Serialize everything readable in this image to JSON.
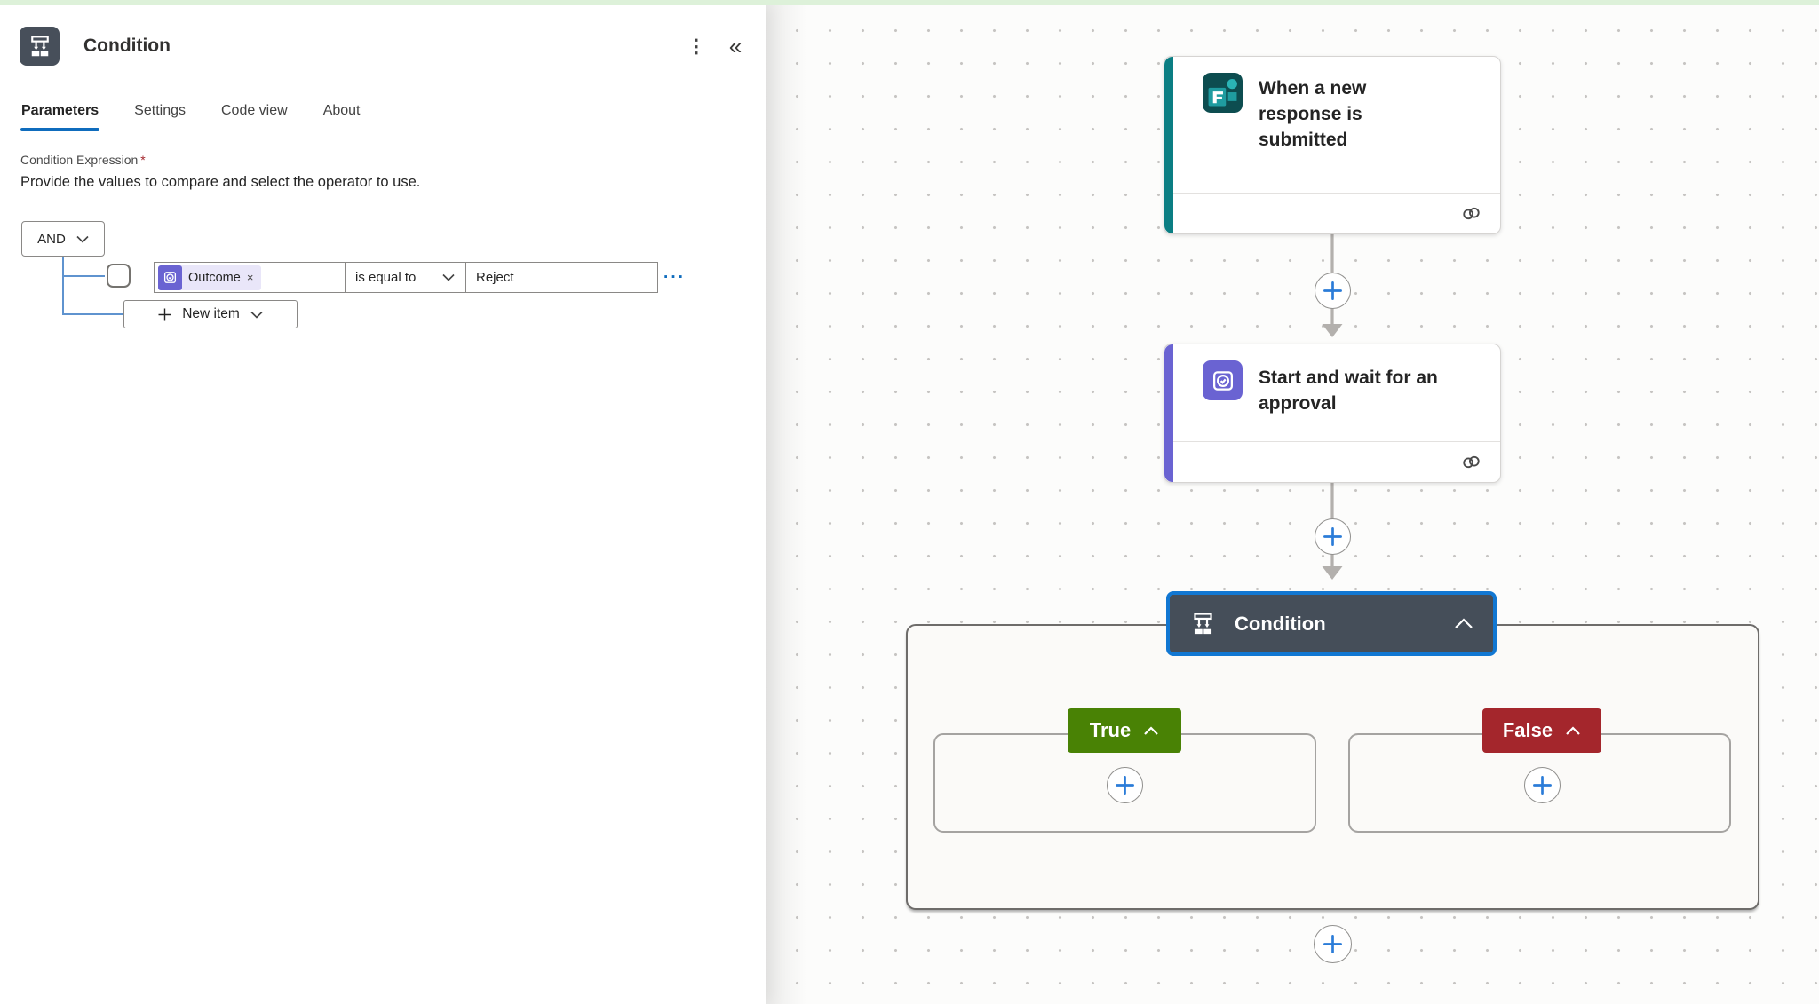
{
  "banner": {
    "color": "#ddf1d9"
  },
  "panel": {
    "title": "Condition",
    "menu_icon": "⋮",
    "collapse_icon": "«",
    "tabs": [
      {
        "label": "Parameters",
        "active": true
      },
      {
        "label": "Settings",
        "active": false
      },
      {
        "label": "Code view",
        "active": false
      },
      {
        "label": "About",
        "active": false
      }
    ],
    "expression": {
      "label": "Condition Expression",
      "required_mark": "*",
      "description": "Provide the values to compare and select the operator to use.",
      "group_operator": "AND",
      "row": {
        "operand_chip": "Outcome",
        "chip_remove": "×",
        "operator": "is equal to",
        "value": "Reject",
        "more": "···"
      },
      "new_item_label": "New item"
    }
  },
  "canvas": {
    "trigger": {
      "title": "When a new response is submitted",
      "connector_icon": "microsoft-forms"
    },
    "approval": {
      "title": "Start and wait for an approval",
      "connector_icon": "approvals"
    },
    "condition": {
      "title": "Condition"
    },
    "true_label": "True",
    "false_label": "False"
  },
  "colors": {
    "accent_blue": "#0f6cbd",
    "forms_teal": "#0b7e83",
    "approvals_purple": "#6a63d2",
    "true_green": "#498205",
    "false_red": "#a4262c",
    "node_dark": "#454e59",
    "selection_blue": "#1177d2",
    "connector_gray": "#b3b0ad"
  }
}
